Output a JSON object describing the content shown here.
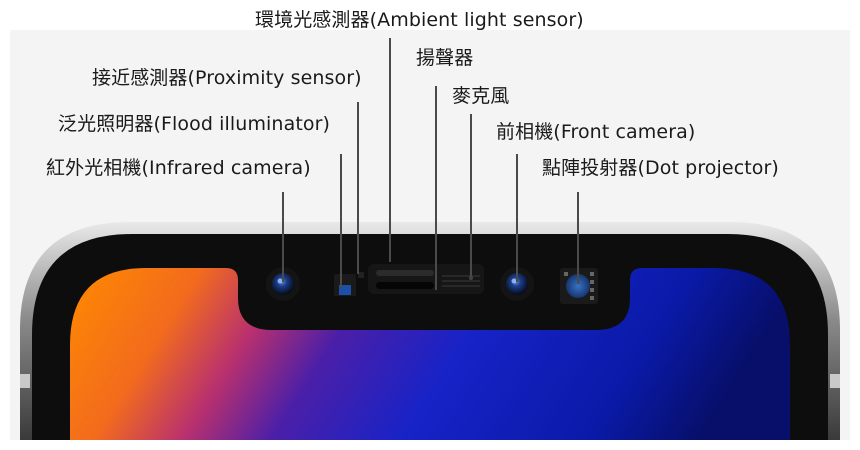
{
  "labels": {
    "ambient_light_sensor": "環境光感測器(Ambient light sensor)",
    "speaker": "揚聲器",
    "proximity_sensor": "接近感測器(Proximity sensor)",
    "microphone": "麥克風",
    "flood_illuminator": "泛光照明器(Flood illuminator)",
    "front_camera": "前相機(Front camera)",
    "infrared_camera": "紅外光相機(Infrared camera)",
    "dot_projector": "點陣投射器(Dot projector)"
  }
}
